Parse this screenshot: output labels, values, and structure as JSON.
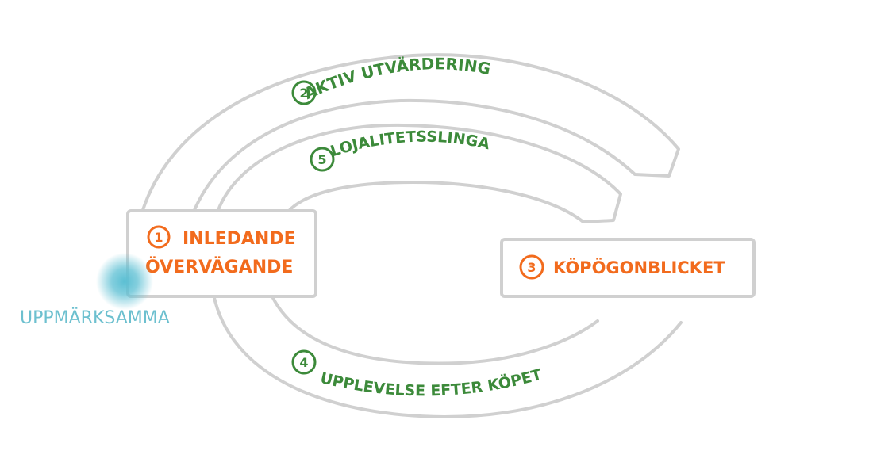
{
  "colors": {
    "outline": "#d0d0d0",
    "orange": "#f26b1d",
    "green": "#3c8a3a",
    "teal": "#6dc0cf",
    "glow": "#5bbfd3",
    "background": "#ffffff"
  },
  "stages": [
    {
      "number": "1",
      "line1": "INLEDANDE",
      "line2": "ÖVERVÄGANDE"
    },
    {
      "number": "2",
      "label": "AKTIV UTVÄRDERING"
    },
    {
      "number": "3",
      "label": "KÖPÖGONBLICKET"
    },
    {
      "number": "4",
      "label": "UPPLEVELSE EFTER KÖPET"
    },
    {
      "number": "5",
      "label": "LOJALITETSSLINGA"
    }
  ],
  "trigger": {
    "label": "UPPMÄRKSAMMA"
  }
}
